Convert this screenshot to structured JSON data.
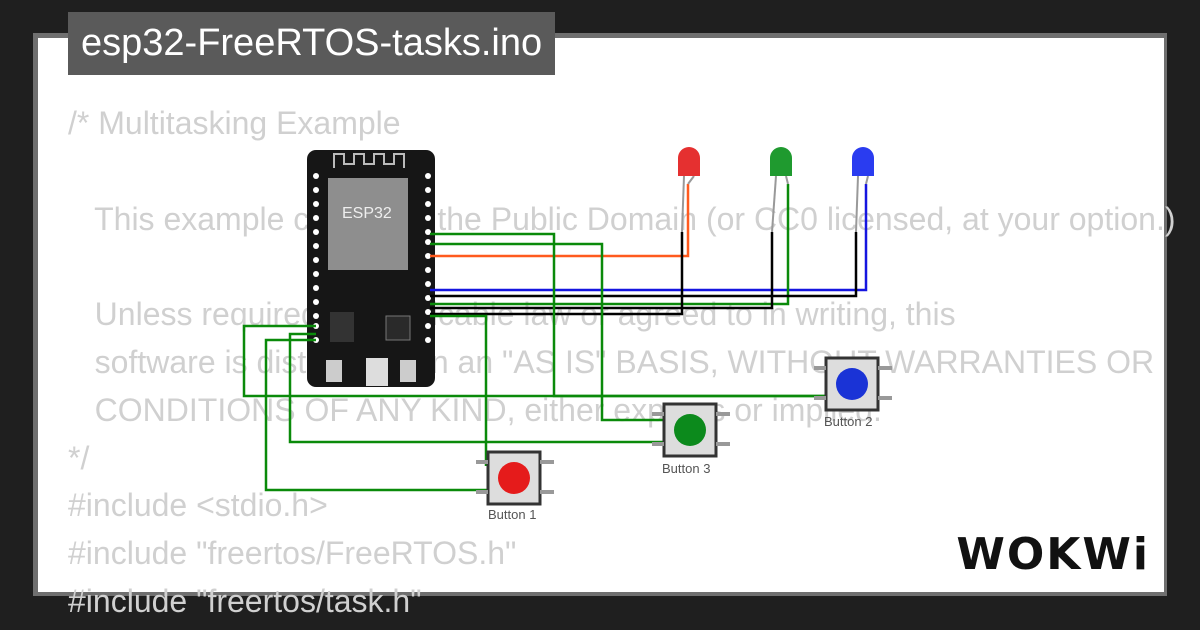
{
  "header": {
    "filename": "esp32-FreeRTOS-tasks.ino"
  },
  "code_lines": [
    "/* Multitasking Example",
    "",
    "   This example code is in the Public Domain (or CC0 licensed, at your option.)",
    "",
    "   Unless required by applicable law or agreed to in writing, this",
    "   software is distributed on an \"AS IS\" BASIS, WITHOUT WARRANTIES OR",
    "   CONDITIONS OF ANY KIND, either express or implied.",
    "*/",
    "#include <stdio.h>",
    "#include \"freertos/FreeRTOS.h\"",
    "#include \"freertos/task.h\""
  ],
  "board": {
    "label": "ESP32"
  },
  "leds": [
    {
      "name": "red-led",
      "color": "#e53030"
    },
    {
      "name": "green-led",
      "color": "#1f9a2f"
    },
    {
      "name": "blue-led",
      "color": "#2a3cf0"
    }
  ],
  "buttons": [
    {
      "label": "Button 1",
      "color": "#e51b1b"
    },
    {
      "label": "Button 2",
      "color": "#1a33d6"
    },
    {
      "label": "Button 3",
      "color": "#0c8a1c"
    }
  ],
  "brand": {
    "text": "WOKWi"
  },
  "colors": {
    "wire_green": "#0a8a0a",
    "wire_orange": "#ff5a1e",
    "wire_blue": "#1515e0",
    "wire_black": "#000000"
  }
}
